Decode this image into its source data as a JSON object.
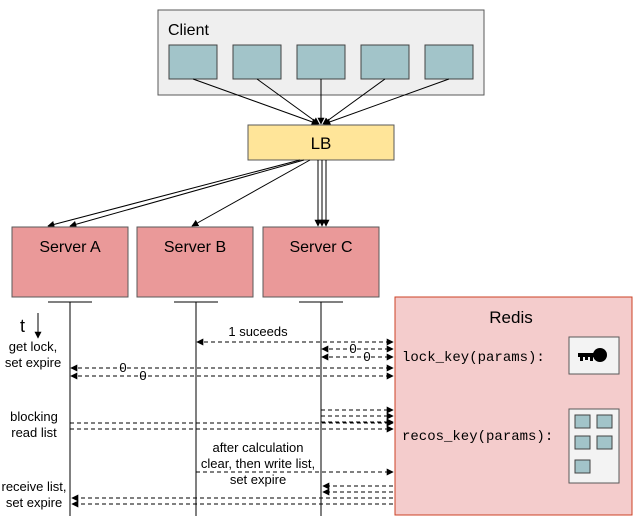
{
  "client": {
    "title": "Client",
    "instance_count": 5
  },
  "load_balancer": {
    "label": "LB"
  },
  "servers": {
    "a": "Server A",
    "b": "Server B",
    "c": "Server C"
  },
  "redis": {
    "title": "Redis",
    "lock_key": "lock_key(params):",
    "recos_key": "recos_key(params):",
    "lock_value_icon": "key-icon",
    "recos_value_icon": "list-grid-icon",
    "recos_item_count": 5
  },
  "timeline": {
    "axis_label": "t"
  },
  "steps": {
    "get_lock": [
      "get lock,",
      "set expire"
    ],
    "blocking": [
      "blocking",
      "read list"
    ],
    "receive": [
      "receive list,",
      "set expire"
    ],
    "after_calc": [
      "after calculation",
      "clear, then write list,",
      "set expire"
    ],
    "succeeds": "1 suceeds",
    "zero": "0"
  },
  "colors": {
    "client_bg": "#efefef",
    "client_box": "#a2c4c9",
    "lb_bg": "#ffe599",
    "server_bg": "#ea9999",
    "redis_bg": "#f4cccc",
    "redis_border": "#cc4125",
    "value_box_bg": "#f3f3f3",
    "stroke": "#000000"
  }
}
